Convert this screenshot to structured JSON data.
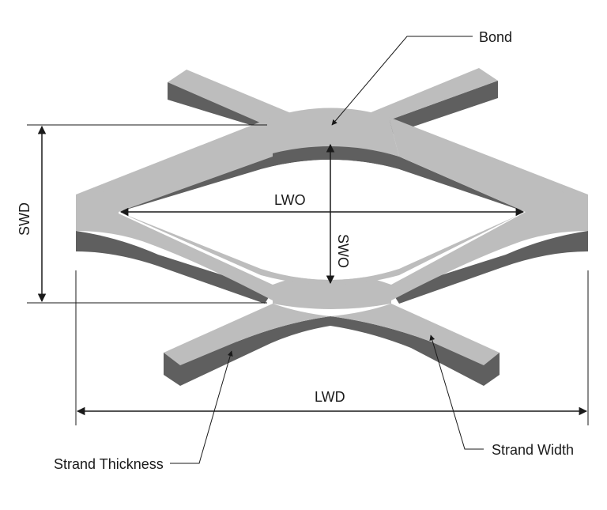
{
  "labels": {
    "bond": "Bond",
    "lwo": "LWO",
    "swo": "SWO",
    "swd": "SWD",
    "lwd": "LWD",
    "strand_thickness": "Strand Thickness",
    "strand_width": "Strand Width"
  },
  "colors": {
    "top_face": "#bdbdbd",
    "side_face": "#5f5f5f",
    "line": "#1a1a1a",
    "background": "#ffffff"
  }
}
